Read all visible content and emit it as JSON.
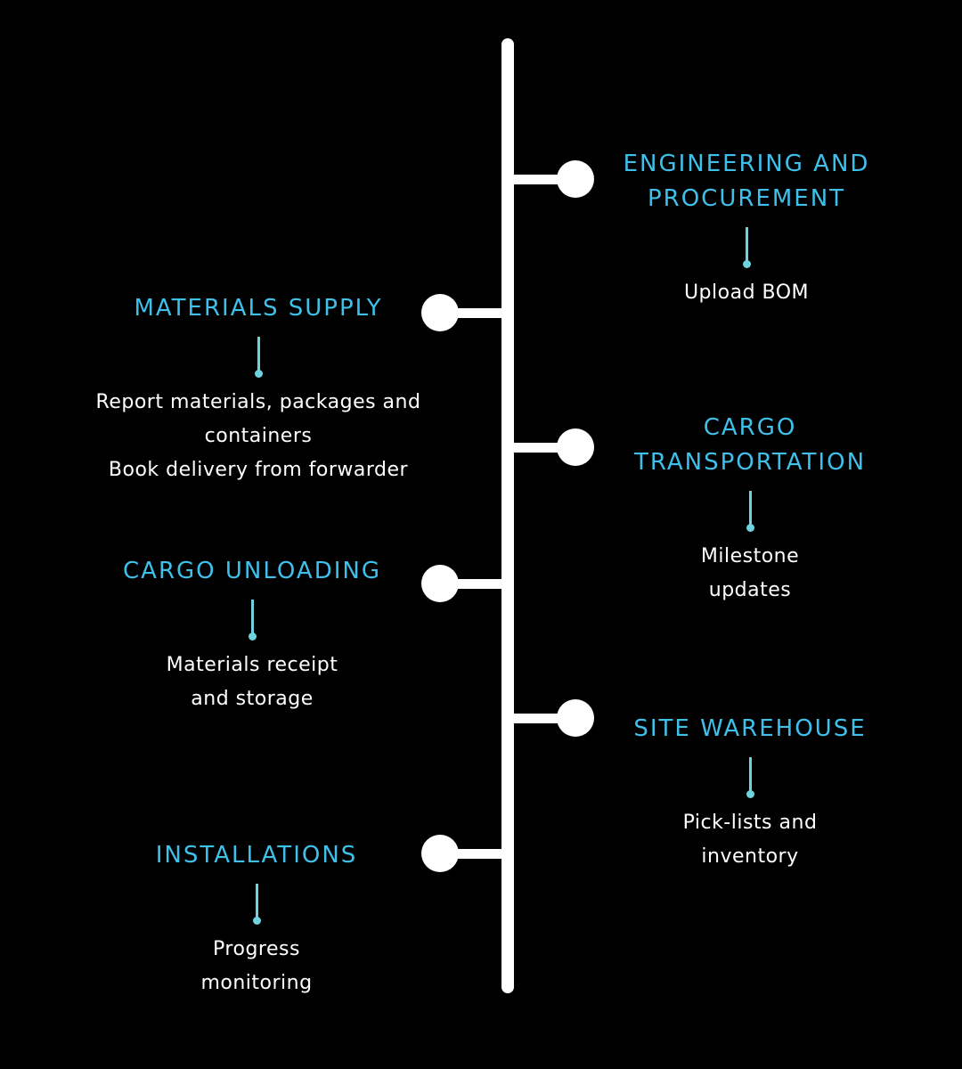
{
  "colors": {
    "background": "#000000",
    "line": "#ffffff",
    "title": "#3fc0ea",
    "connector": "#6fd3de",
    "description": "#ffffff"
  },
  "steps": [
    {
      "side": "right",
      "title": "ENGINEERING AND\nPROCUREMENT",
      "description": "Upload BOM"
    },
    {
      "side": "left",
      "title": "MATERIALS SUPPLY",
      "description": "Report materials, packages and\ncontainers\nBook delivery from forwarder"
    },
    {
      "side": "right",
      "title": "CARGO\nTRANSPORTATION",
      "description": "Milestone\nupdates"
    },
    {
      "side": "left",
      "title": "CARGO UNLOADING",
      "description": "Materials receipt\nand storage"
    },
    {
      "side": "right",
      "title": "SITE WAREHOUSE",
      "description": "Pick-lists and\ninventory"
    },
    {
      "side": "left",
      "title": "INSTALLATIONS",
      "description": "Progress\nmonitoring"
    }
  ]
}
